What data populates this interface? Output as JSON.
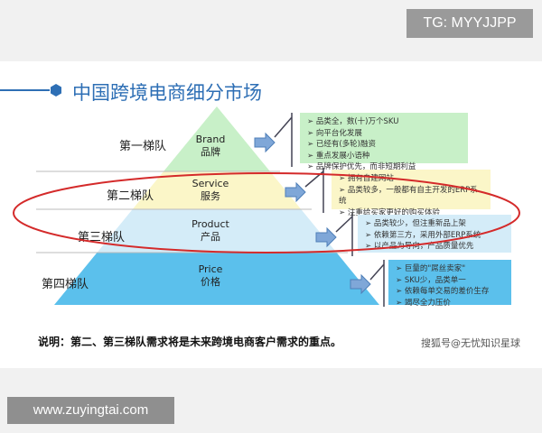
{
  "watermark_top": "TG: MYYJJPP",
  "title": "中国跨境电商细分市场",
  "tiers": [
    {
      "name": "第一梯队",
      "en": "Brand",
      "cn": "品牌",
      "color": "#c8f0c8",
      "points": [
        "品类全，数(十)万个SKU",
        "向平台化发展",
        "已经有(多轮)融资",
        "重点发展小语种",
        "品牌保护优先，而非短期利益"
      ]
    },
    {
      "name": "第二梯队",
      "en": "Service",
      "cn": "服务",
      "color": "#fbf6c8",
      "points": [
        "拥有自建网站",
        "品类较多，一般都有自主开发的ERP系统",
        "注重给买家更好的购买体验"
      ]
    },
    {
      "name": "第三梯队",
      "en": "Product",
      "cn": "产品",
      "color": "#d4ecf8",
      "points": [
        "品类较少，但注重新品上架",
        "依赖第三方，采用外部ERP系统",
        "以产品为导向，产品质量优先"
      ]
    },
    {
      "name": "第四梯队",
      "en": "Price",
      "cn": "价格",
      "color": "#5bc0ec",
      "points": [
        "巨量的\"屌丝卖家\"",
        "SKU少，品类单一",
        "依赖每单交易的差价生存",
        "竭尽全力压价"
      ]
    }
  ],
  "note": "说明：第二、第三梯队需求将是未来跨境电商客户需求的重点。",
  "source": "搜狐号@无忧知识星球",
  "watermark_bottom": "www.zuyingtai.com"
}
